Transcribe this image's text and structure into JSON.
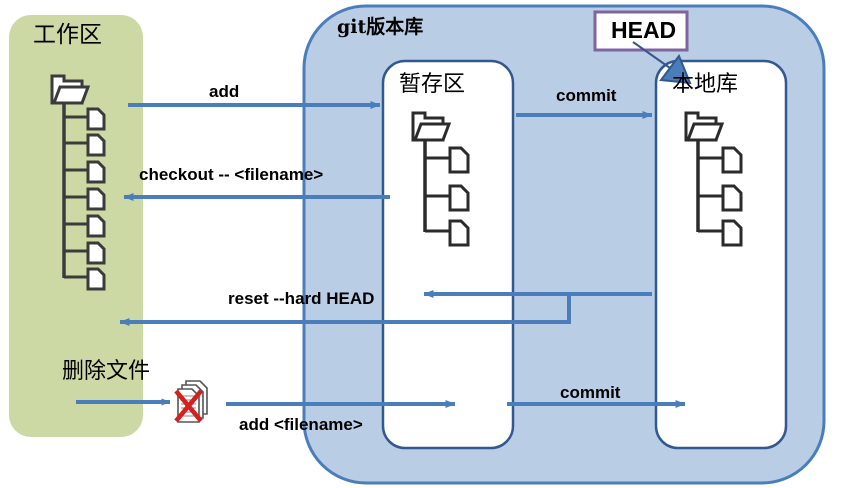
{
  "diagram": {
    "title_workspace": "工作区",
    "title_repo": "git版本库",
    "title_staging": "暂存区",
    "title_local": "本地库",
    "head_label": "HEAD",
    "delete_label": "删除文件",
    "edges": {
      "add": "add",
      "checkout": "checkout -- <filename>",
      "commit_top": "commit",
      "reset": "reset --hard HEAD",
      "add_filename": "add  <filename>",
      "commit_bottom": "commit"
    },
    "colors": {
      "workspace_fill": "#ccd9a4",
      "repo_fill": "#b9cde5",
      "repo_stroke": "#4a7ebb",
      "box_fill": "#ffffff",
      "box_stroke": "#31588f",
      "arrow": "#4a7ebb",
      "head_stroke": "#8064a2",
      "tree_stroke": "#3b3b3b",
      "x_mark": "#d81f1f"
    },
    "trees": {
      "workspace_files": 7,
      "staging_files": 3,
      "local_files": 3
    }
  }
}
